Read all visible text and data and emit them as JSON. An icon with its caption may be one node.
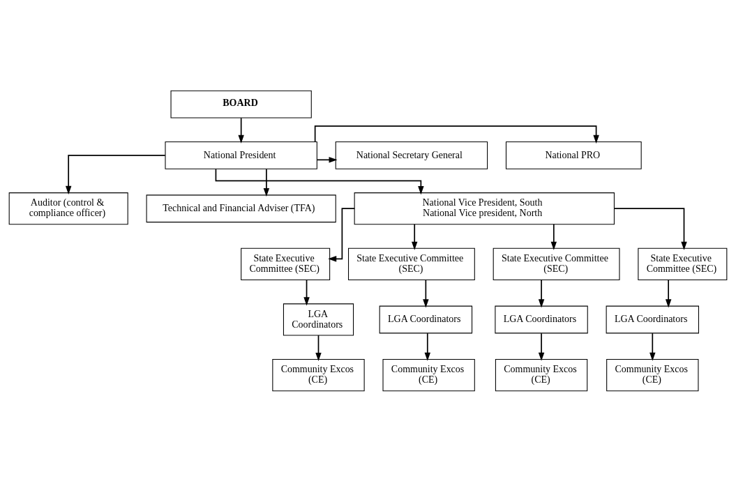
{
  "diagram": {
    "nodes": [
      {
        "text": [
          "BOARD"
        ]
      },
      {
        "text": [
          "National President"
        ]
      },
      {
        "text": [
          "National PRO"
        ]
      },
      {
        "text": [
          "National Secretary General"
        ]
      },
      {
        "text": [
          "Auditor (control & compliance officer)"
        ]
      },
      {
        "text": [
          "Technical and Financial Adviser (TFA)"
        ]
      },
      {
        "text": [
          "National Vice President, South",
          "National Vice president, North"
        ]
      },
      {
        "text": [
          "State Executive Committee (SEC)"
        ]
      },
      {
        "text": [
          "State Executive Committee (SEC)"
        ]
      },
      {
        "text": [
          "State Executive Committee (SEC)"
        ]
      },
      {
        "text": [
          "State Executive Committee (SEC)"
        ]
      },
      {
        "text": [
          "LGA Coordinators"
        ]
      },
      {
        "text": [
          "LGA Coordinators"
        ]
      },
      {
        "text": [
          "LGA Coordinators"
        ]
      },
      {
        "text": [
          "LGA Coordinators"
        ]
      },
      {
        "text": [
          "Community Excos (CE)"
        ]
      },
      {
        "text": [
          "Community Excos (CE)"
        ]
      },
      {
        "text": [
          "Community Excos (CE)"
        ]
      },
      {
        "text": [
          "Community Excos (CE)"
        ]
      }
    ],
    "edges": [
      {
        "from": 0,
        "to": 1,
        "arrow": "to"
      },
      {
        "from": 1,
        "to": 2,
        "arrow": "to"
      },
      {
        "from": 1,
        "to": 4,
        "arrow": "to"
      },
      {
        "from": 1,
        "to": 3,
        "arrow": "to"
      },
      {
        "from": 1,
        "to": 5,
        "arrow": "to"
      },
      {
        "from": 1,
        "to": 6,
        "arrow": "to"
      },
      {
        "from": 6,
        "to": 7,
        "arrow": "to"
      },
      {
        "from": 6,
        "to": 8,
        "arrow": "to"
      },
      {
        "from": 6,
        "to": 9,
        "arrow": "to"
      },
      {
        "from": 6,
        "to": 10,
        "arrow": "to"
      },
      {
        "from": 7,
        "to": 11,
        "arrow": "to"
      },
      {
        "from": 8,
        "to": 12,
        "arrow": "to"
      },
      {
        "from": 9,
        "to": 13,
        "arrow": "to"
      },
      {
        "from": 10,
        "to": 14,
        "arrow": "to"
      },
      {
        "from": 11,
        "to": 15,
        "arrow": "to"
      },
      {
        "from": 12,
        "to": 16,
        "arrow": "to"
      },
      {
        "from": 13,
        "to": 17,
        "arrow": "to"
      },
      {
        "from": 14,
        "to": 18,
        "arrow": "to"
      }
    ]
  }
}
